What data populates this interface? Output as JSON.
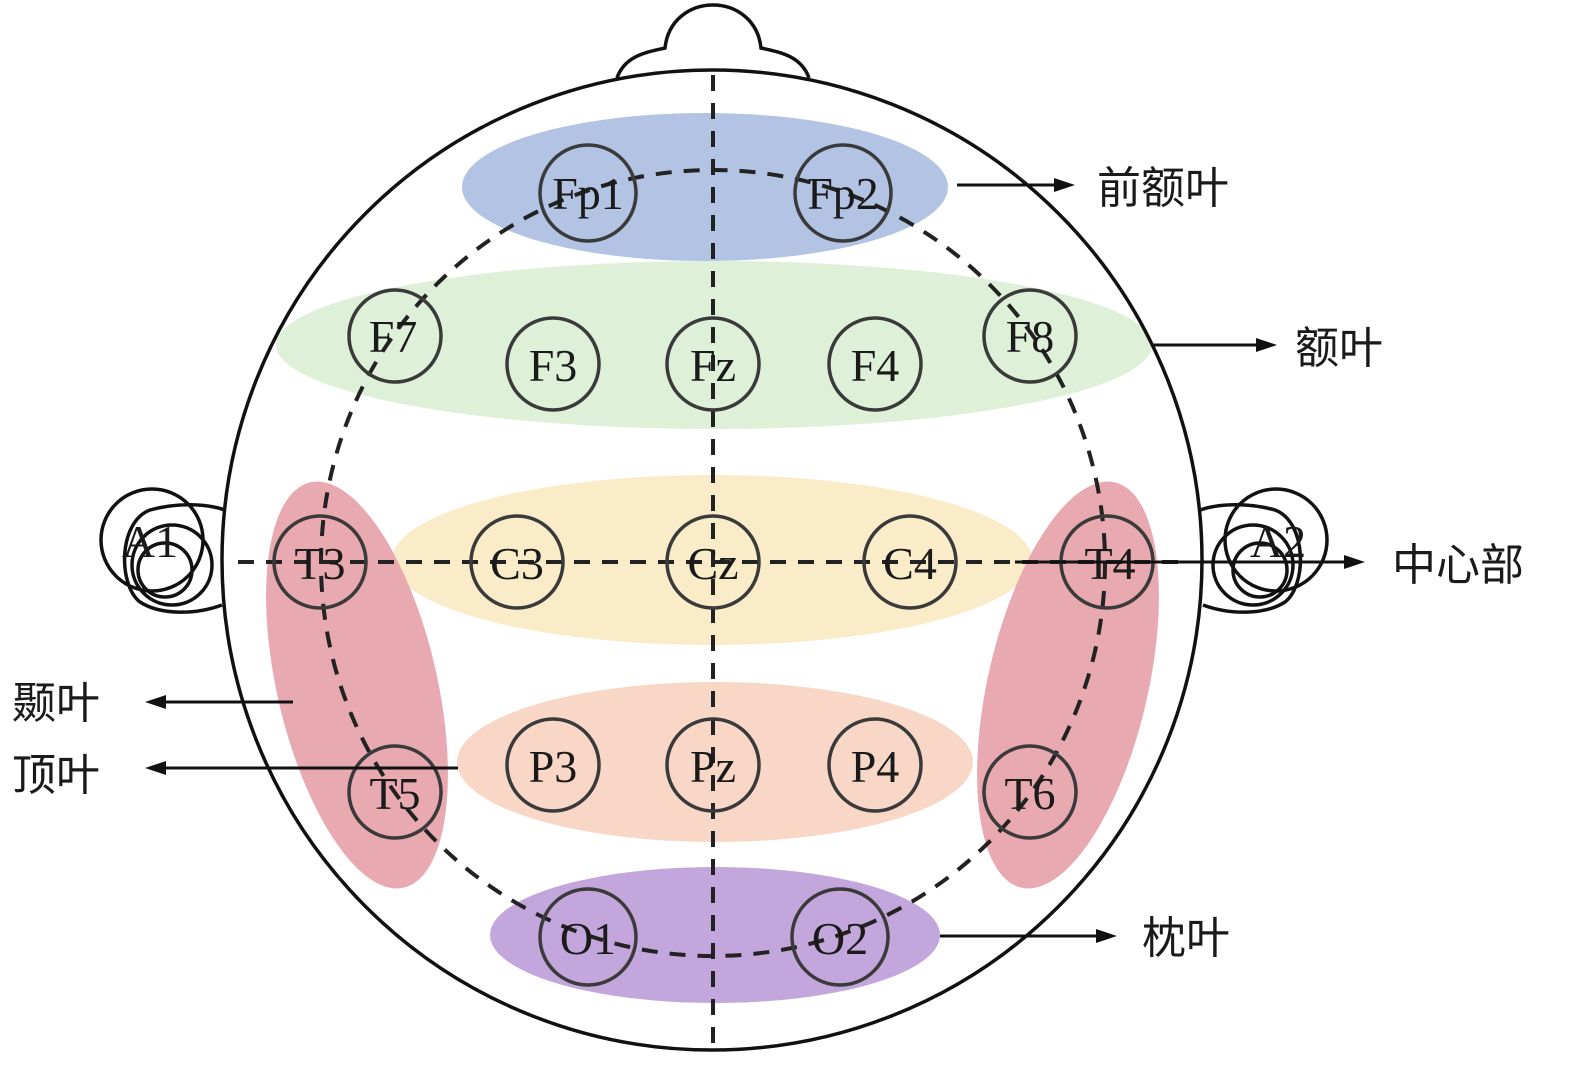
{
  "colors": {
    "prefrontal": "#b2c3e4",
    "frontal": "#dff0d9",
    "central": "#faecc8",
    "temporal": "#e8a9b1",
    "parietal": "#f8d7c6",
    "occipital": "#c3a7dc",
    "outline": "#111111"
  },
  "regions": {
    "prefrontal": "前额叶",
    "frontal": "额叶",
    "central": "中心部",
    "temporal": "颞叶",
    "parietal": "顶叶",
    "occipital": "枕叶"
  },
  "electrodes": {
    "Fp1": "Fp1",
    "Fp2": "Fp2",
    "F7": "F7",
    "F3": "F3",
    "Fz": "Fz",
    "F4": "F4",
    "F8": "F8",
    "A1": "A1",
    "T3": "T3",
    "C3": "C3",
    "Cz": "Cz",
    "C4": "C4",
    "T4": "T4",
    "A2": "A2",
    "T5": "T5",
    "P3": "P3",
    "Pz": "Pz",
    "P4": "P4",
    "T6": "T6",
    "O1": "O1",
    "O2": "O2"
  }
}
